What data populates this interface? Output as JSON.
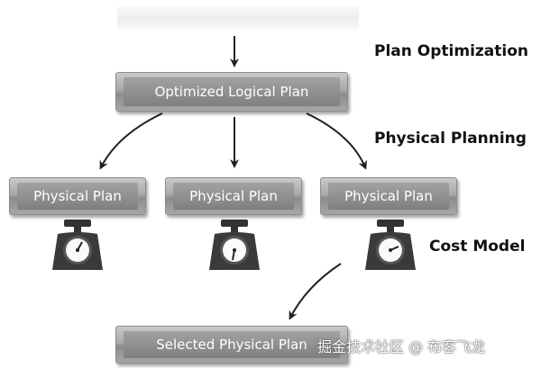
{
  "diagram": {
    "nodes": {
      "optimized_logical_plan": "Optimized Logical Plan",
      "physical_plans": [
        "Physical Plan",
        "Physical Plan",
        "Physical Plan"
      ],
      "selected_physical_plan": "Selected Physical Plan"
    },
    "stage_labels": {
      "plan_optimization": "Plan Optimization",
      "physical_planning": "Physical Planning",
      "cost_model": "Cost Model"
    },
    "icons": {
      "scale": "weighing-scale-icon",
      "arrow": "arrow-icon"
    },
    "watermark": "掘金技术社区 @ 布客飞龙"
  }
}
